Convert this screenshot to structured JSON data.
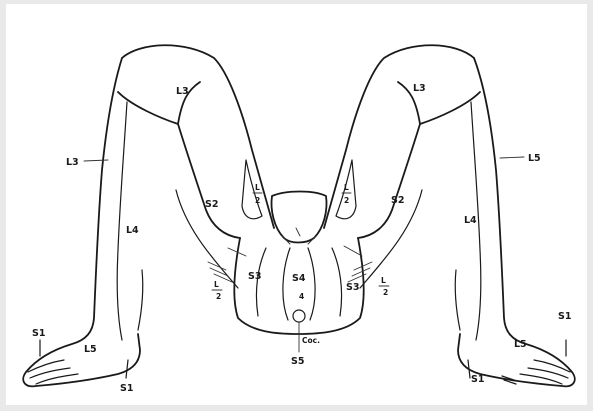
{
  "labels": {
    "l3_left_thigh": "L3",
    "l3_right_thigh": "L3",
    "l3_left_side": "L3",
    "l5_right_side": "L5",
    "l4_left": "L4",
    "l4_right": "L4",
    "l5_left_foot": "L5",
    "l5_right_foot": "L5",
    "s1_left_toe": "S1",
    "s1_left_heel": "S1",
    "s1_right_toe": "S1",
    "s1_right_heel": "S1",
    "s2_left": "S2",
    "s2_right": "S2",
    "s3_left": "S3",
    "s3_right": "S3",
    "s4_center": "S4",
    "s5_bottom": "S5",
    "l1_2_left_a": "L",
    "l1_2_left_b": "2",
    "l1_2_right_a": "L",
    "l1_2_right_b": "2",
    "l1_2_lower_left_a": "L",
    "l1_2_lower_left_b": "2",
    "l1_2_lower_right_a": "L",
    "l1_2_lower_right_b": "2",
    "coccyx": "Coc.",
    "four": "4"
  }
}
